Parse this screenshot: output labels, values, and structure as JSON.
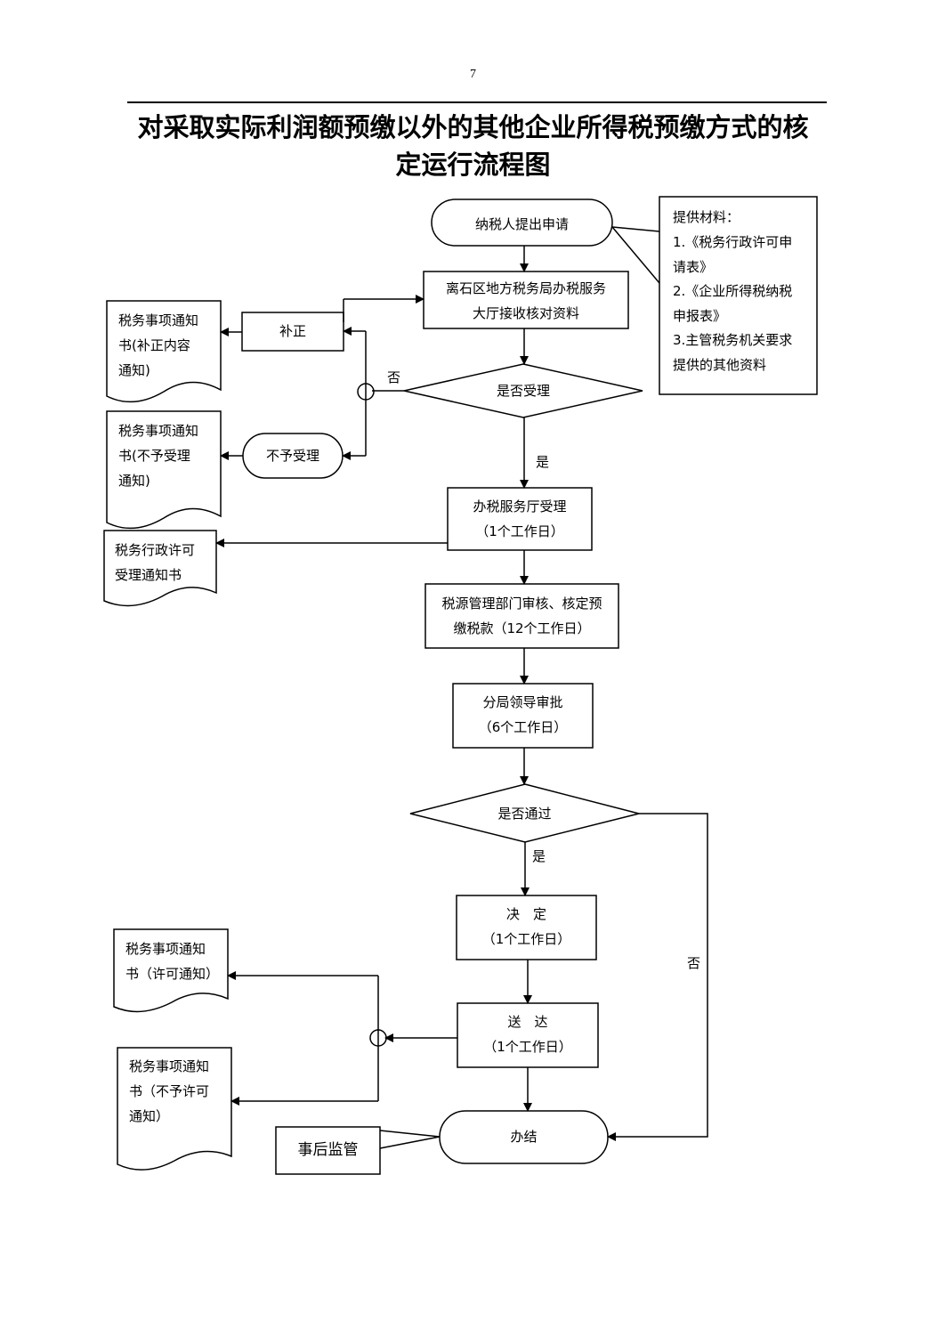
{
  "page_number": "7",
  "title_line1": "对采取实际利润额预缴以外的其他企业所得税预缴方式的核",
  "title_line2": "定运行流程图",
  "nodes": {
    "apply": "纳税人提出申请",
    "materials_title": "提供材料：",
    "materials_1a": "1.《税务行政许可申",
    "materials_1b": "请表》",
    "materials_2a": "2.《企业所得税纳税",
    "materials_2b": "申报表》",
    "materials_3a": "3.主管税务机关要求",
    "materials_3b": "提供的其他资料",
    "hall_receive_1": "离石区地方税务局办税服务",
    "hall_receive_2": "大厅接收核对资料",
    "correct": "补正",
    "notice_correct_1": "税务事项通知",
    "notice_correct_2": "书(补正内容",
    "notice_correct_3": "通知)",
    "accept_decision": "是否受理",
    "no_label_1": "否",
    "yes_label_1": "是",
    "reject": "不予受理",
    "notice_reject_1": "税务事项通知",
    "notice_reject_2": "书(不予受理",
    "notice_reject_3": "通知)",
    "hall_accept_1": "办税服务厅受理",
    "hall_accept_2": "（1个工作日）",
    "notice_accept_1": "税务行政许可",
    "notice_accept_2": "受理通知书",
    "review_1": "税源管理部门审核、核定预",
    "review_2": "缴税款（12个工作日）",
    "approve_1": "分局领导审批",
    "approve_2": "（6个工作日）",
    "pass_decision": "是否通过",
    "yes_label_2": "是",
    "no_label_2": "否",
    "decide_1": "决　定",
    "decide_2": "（1个工作日）",
    "deliver_1": "送　达",
    "deliver_2": "（1个工作日）",
    "notice_permit_1": "税务事项通知",
    "notice_permit_2": "书（许可通知）",
    "notice_deny_1": "税务事项通知",
    "notice_deny_2": "书（不予许可",
    "notice_deny_3": "通知）",
    "done": "办结",
    "supervise": "事后监管"
  }
}
